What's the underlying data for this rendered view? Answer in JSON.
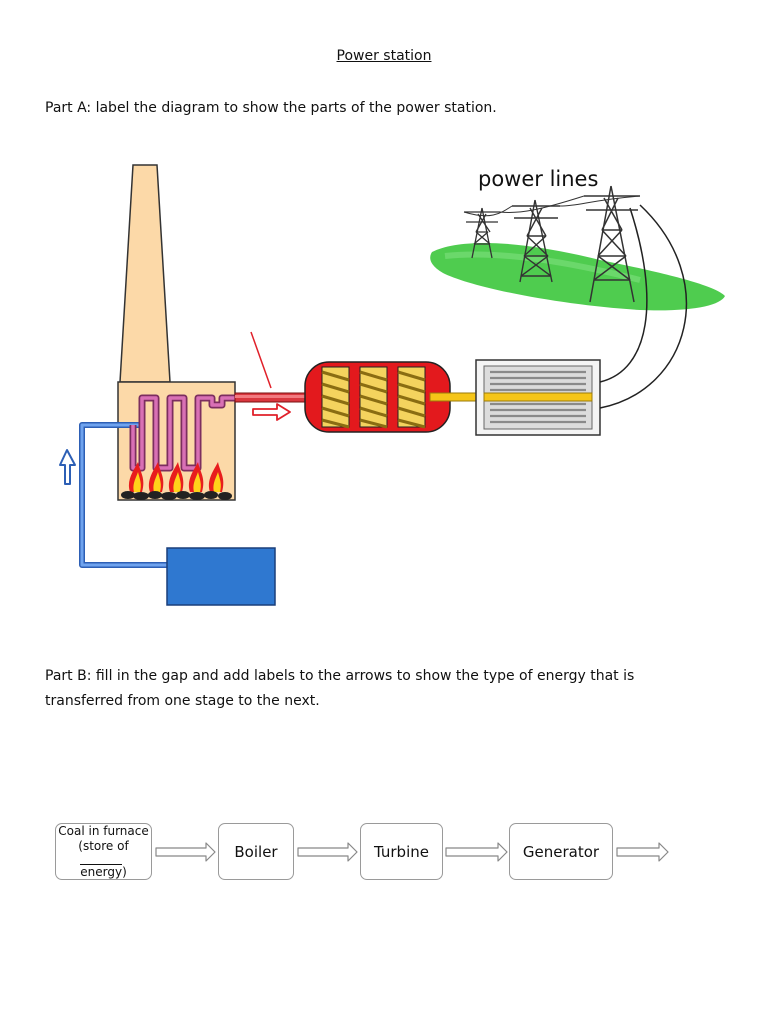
{
  "title": "Power station",
  "part_a": "Part A: label the diagram to show the parts of the power station.",
  "diagram": {
    "power_lines_label": "power lines"
  },
  "part_b": {
    "line1": "Part B: fill in the gap and add labels to the arrows to show the type of energy that is",
    "line2": "transferred from one stage to the next."
  },
  "flow": {
    "coal": {
      "line1": "Coal in furnace",
      "line2": "(store of",
      "line3": "energy)"
    },
    "boiler": "Boiler",
    "turbine": "Turbine",
    "generator": "Generator"
  },
  "colors": {
    "chimney": "#fcd9a8",
    "boiler_pipe": "#c0508f",
    "steam_pipe": "#d9363e",
    "water_pipe": "#4a7fd6",
    "water_tank": "#2f78d0",
    "turbine_body": "#e3191d",
    "turbine_blades": "#f4d35e",
    "shaft": "#f5c518",
    "grass": "#3cc63c"
  }
}
